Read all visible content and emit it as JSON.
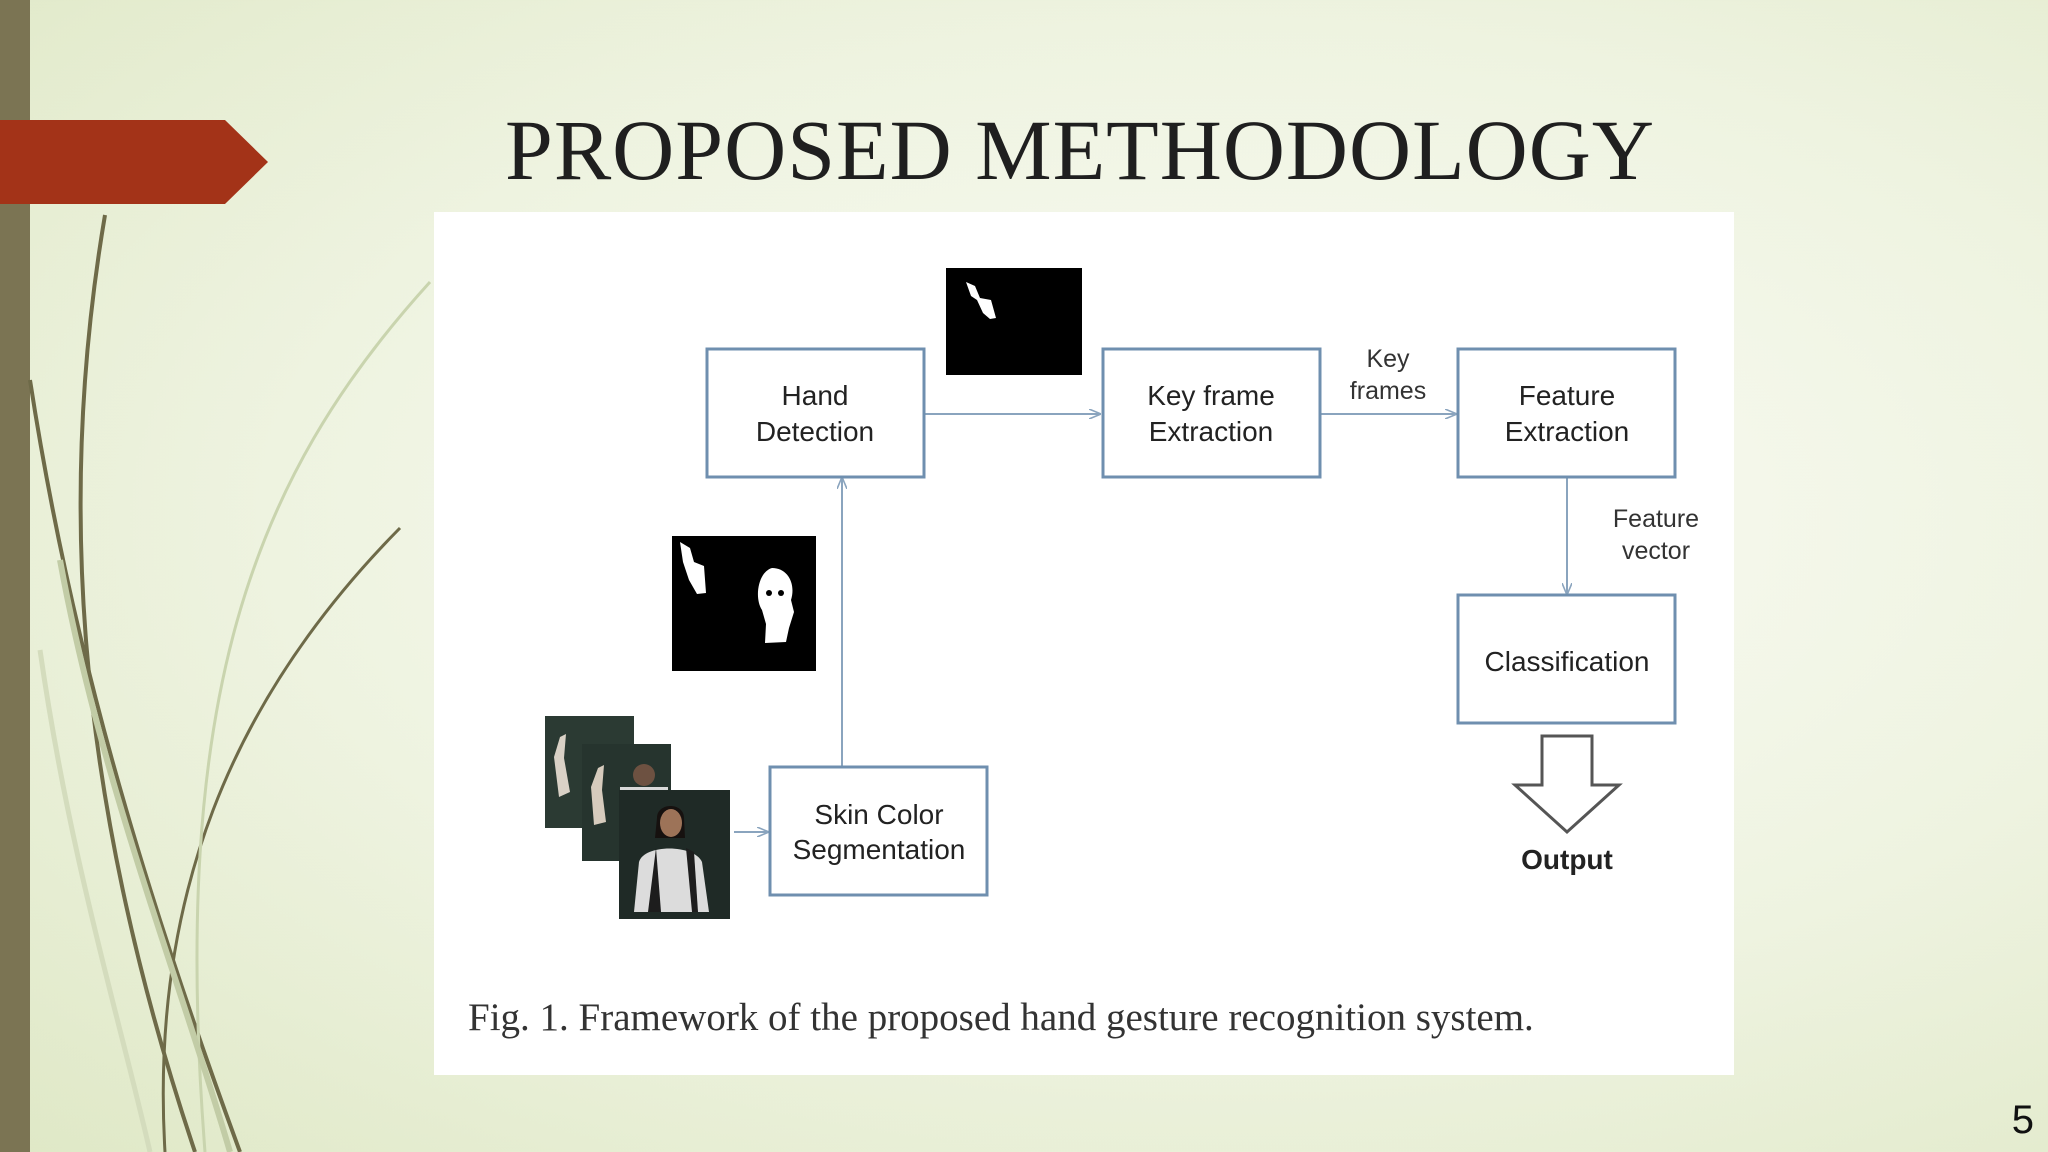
{
  "slide": {
    "title": "PROPOSED METHODOLOGY",
    "page_number": "5"
  },
  "figure": {
    "caption": "Fig. 1. Framework of the proposed hand gesture recognition system.",
    "nodes": {
      "hand_detection": [
        "Hand",
        "Detection"
      ],
      "key_frame_extraction": [
        "Key frame",
        "Extraction"
      ],
      "feature_extraction": [
        "Feature",
        "Extraction"
      ],
      "classification": [
        "Classification"
      ],
      "skin_color_segmentation": [
        "Skin Color",
        "Segmentation"
      ]
    },
    "edge_labels": {
      "key_frames": [
        "Key",
        "frames"
      ],
      "feature_vector": [
        "Feature",
        "vector"
      ]
    },
    "output_label": "Output"
  },
  "colors": {
    "accent_red": "#a33318",
    "left_bar": "#7b7453",
    "box_border": "#6f8faf",
    "arrow": "#8aa4be"
  }
}
